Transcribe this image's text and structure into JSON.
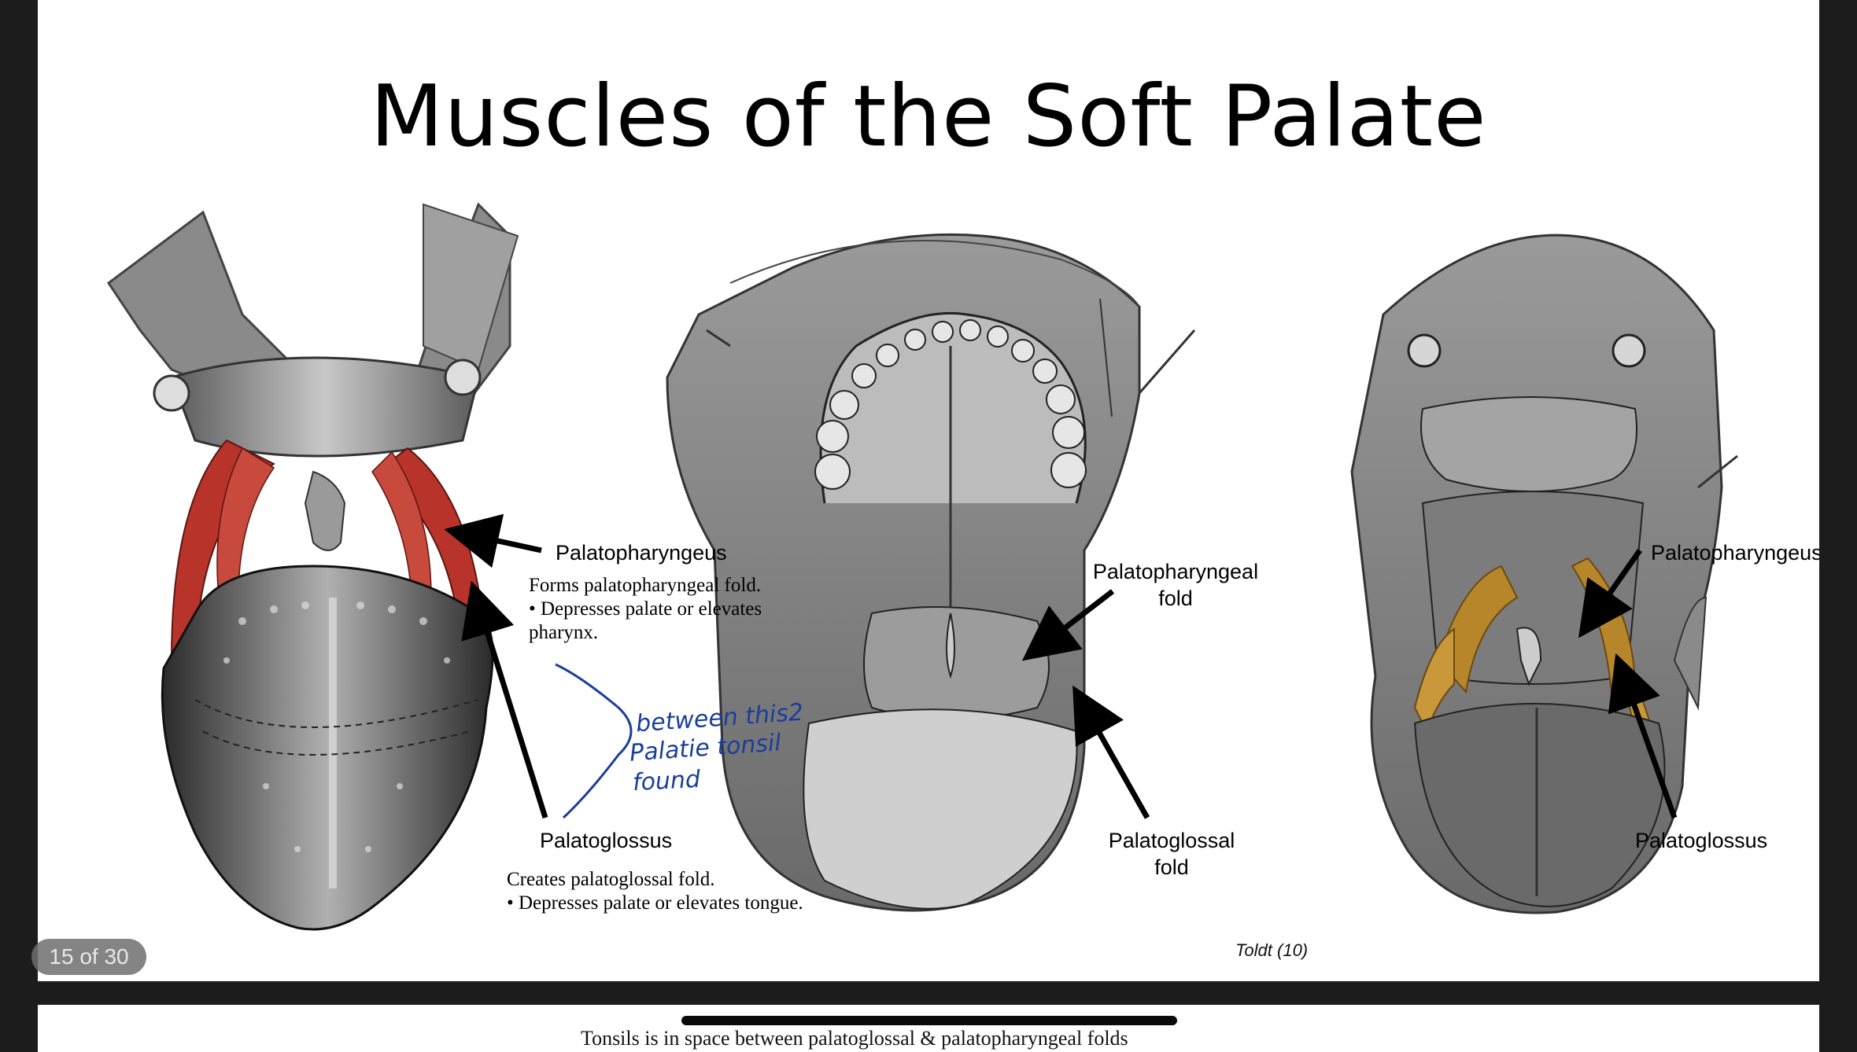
{
  "slide": {
    "title": "Muscles of the Soft Palate",
    "page_indicator": "15 of 30",
    "credit": "Toldt (10)"
  },
  "left_figure": {
    "palatopharyngeus_label": "Palatopharyngeus",
    "palatopharyngeus_desc_1": "Forms palatopharyngeal fold.",
    "palatopharyngeus_desc_2": "• Depresses palate or elevates",
    "palatopharyngeus_desc_3": "pharynx.",
    "palatoglossus_label": "Palatoglossus",
    "palatoglossus_desc_1": "Creates palatoglossal fold.",
    "palatoglossus_desc_2": "• Depresses palate or elevates tongue."
  },
  "middle_figure": {
    "palatopharyngeal_fold_1": "Palatopharyngeal",
    "palatopharyngeal_fold_2": "fold",
    "palatoglossal_fold_1": "Palatoglossal",
    "palatoglossal_fold_2": "fold"
  },
  "right_figure": {
    "palatopharyngeus_label": "Palatopharyngeus",
    "palatoglossus_label": "Palatoglossus"
  },
  "handwritten_note": {
    "line1": "between this2",
    "line2": "Palatie tonsil",
    "line3": "found",
    "ink_color": "#1a3f9a"
  },
  "next_slide_peek": "Tonsils is in space between palatoglossal & palatopharyngeal folds",
  "colors": {
    "muscle_red": "#b8342a",
    "muscle_gold": "#b8862a"
  }
}
